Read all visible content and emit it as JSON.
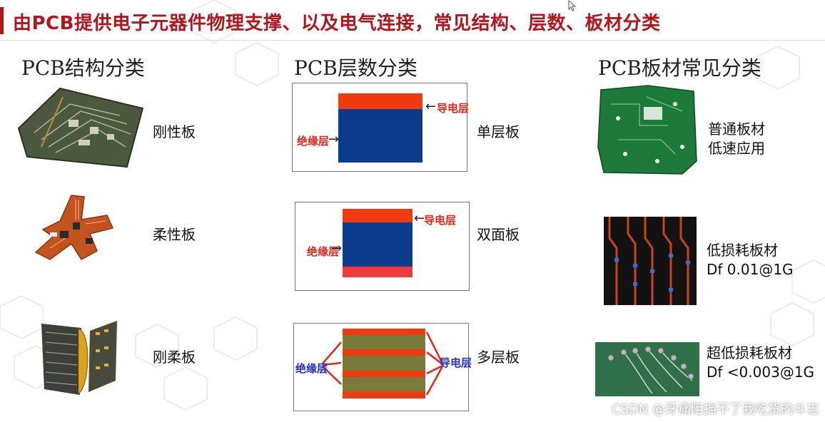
{
  "title": "由PCB提供电子元器件物理支撑、以及电气连接，常见结构、层数、板材分类",
  "columns": {
    "structure": {
      "heading": "PCB结构分类",
      "items": [
        {
          "label": "刚性板"
        },
        {
          "label": "柔性板"
        },
        {
          "label": "刚柔板"
        }
      ]
    },
    "layers": {
      "heading": "PCB层数分类",
      "items": [
        {
          "label": "单层板",
          "conductor_tag": "导电层",
          "insulator_tag": "绝缘层"
        },
        {
          "label": "双面板",
          "conductor_tag": "导电层",
          "insulator_tag": "绝缘层"
        },
        {
          "label": "多层板",
          "conductor_tag": "导电层",
          "insulator_tag": "绝缘层"
        }
      ]
    },
    "material": {
      "heading": "PCB板材常见分类",
      "items": [
        {
          "line1": "普通板材",
          "line2": "低速应用"
        },
        {
          "line1": "低损耗板材",
          "line2": "Df 0.01@1G"
        },
        {
          "line1": "超低损耗板材",
          "line2": "Df <0.003@1G"
        }
      ]
    }
  },
  "watermark": "CSDN @牙痛阻挡不了我吃货的斗志",
  "colors": {
    "title": "#b0161c",
    "conductor": "#f03a0f",
    "insulator": "#0d3b8c",
    "multilayer_insulator": "#7a7a3a",
    "tag_red": "#e3261a",
    "tag_blue": "#1f2fd8"
  }
}
